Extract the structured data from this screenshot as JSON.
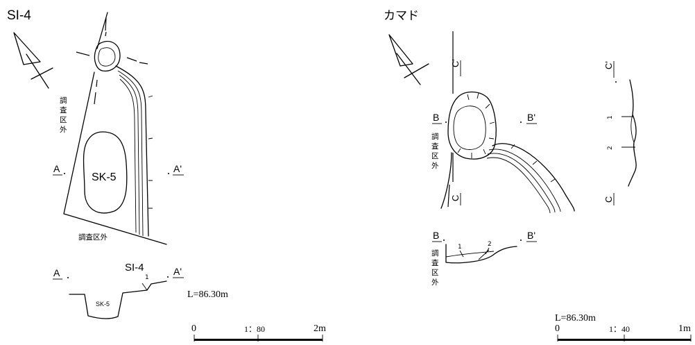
{
  "left": {
    "title": "SI-4",
    "outside_label": "調査区外",
    "outside_label_vertical": [
      "調",
      "査",
      "区",
      "外"
    ],
    "pit_label": "SK-5",
    "section_a": "A",
    "section_a_prime": "A'",
    "section_title": "SI-4",
    "section_layer": "1",
    "section_pit_label": "SK-5",
    "elevation": "L=86.30m",
    "scale": {
      "start": "0",
      "ratio": "1：80",
      "end": "2m"
    }
  },
  "right": {
    "title": "カマド",
    "section_b": "B",
    "section_b_prime": "B'",
    "section_c": "C",
    "section_c_prime": "C'",
    "outside_label_vertical": [
      "調",
      "査",
      "区",
      "外"
    ],
    "layer_1": "1",
    "layer_2": "2",
    "elevation": "L=86.30m",
    "scale": {
      "start": "0",
      "ratio": "1：40",
      "end": "1m"
    }
  }
}
